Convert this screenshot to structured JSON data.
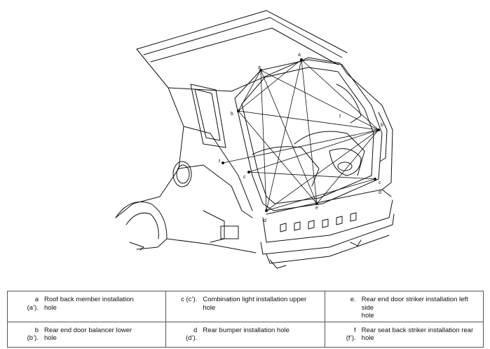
{
  "callouts": {
    "a": "a",
    "b": "b",
    "c": "c",
    "d": "d",
    "e": "e",
    "f": "f"
  },
  "legend": [
    [
      {
        "code_top": "a",
        "code_bottom": "(a’).",
        "desc_line1": "Roof back member installation",
        "desc_line2": "hole"
      },
      {
        "code_top": "c (c’).",
        "code_bottom": "",
        "desc_line1": "Combination light installation upper",
        "desc_line2": "hole"
      },
      {
        "code_top": "e.",
        "code_bottom": "",
        "desc_line1": "Rear end door striker installation left side",
        "desc_line2": "hole"
      }
    ],
    [
      {
        "code_top": "b",
        "code_bottom": "(b’).",
        "desc_line1": "Rear end door balancer lower",
        "desc_line2": "hole"
      },
      {
        "code_top": "d",
        "code_bottom": "(d’).",
        "desc_line1": "Rear bumper installation hole",
        "desc_line2": ""
      },
      {
        "code_top": "f",
        "code_bottom": "(f’).",
        "desc_line1": "Rear seat back striker installation rear",
        "desc_line2": "hole"
      }
    ]
  ]
}
